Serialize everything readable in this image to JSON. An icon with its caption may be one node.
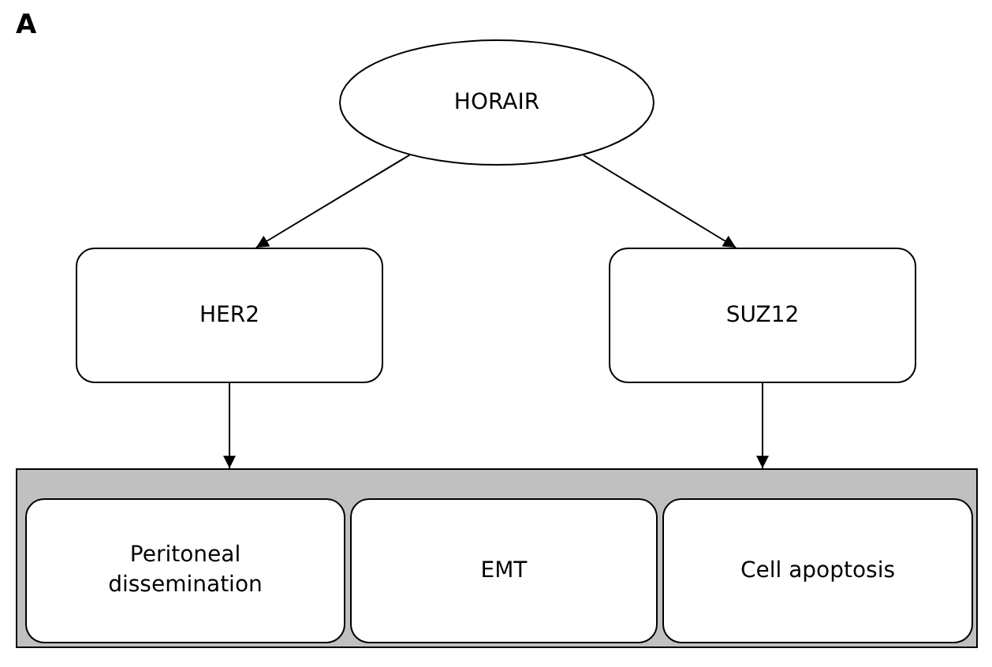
{
  "diagram": {
    "nodes": [
      {
        "text": [
          "HORAIR"
        ]
      },
      {
        "text": [
          "HER2"
        ]
      },
      {
        "text": [
          "SUZ12"
        ]
      },
      {
        "text": [],
        "shape": "box"
      },
      {
        "text": [
          "Peritoneal dissemination"
        ],
        "in": 3
      },
      {
        "text": [
          "EMT"
        ],
        "in": 3
      },
      {
        "text": [
          "Cell apoptosis"
        ],
        "in": 3
      }
    ],
    "edges": [
      {
        "from": 0,
        "to": 1,
        "arrow": "to"
      },
      {
        "from": 0,
        "to": 2,
        "arrow": "to"
      },
      {
        "from": 1,
        "to": 3,
        "arrow": "to"
      },
      {
        "from": 2,
        "to": 3,
        "arrow": "to"
      }
    ],
    "labels": [
      "A"
    ]
  }
}
